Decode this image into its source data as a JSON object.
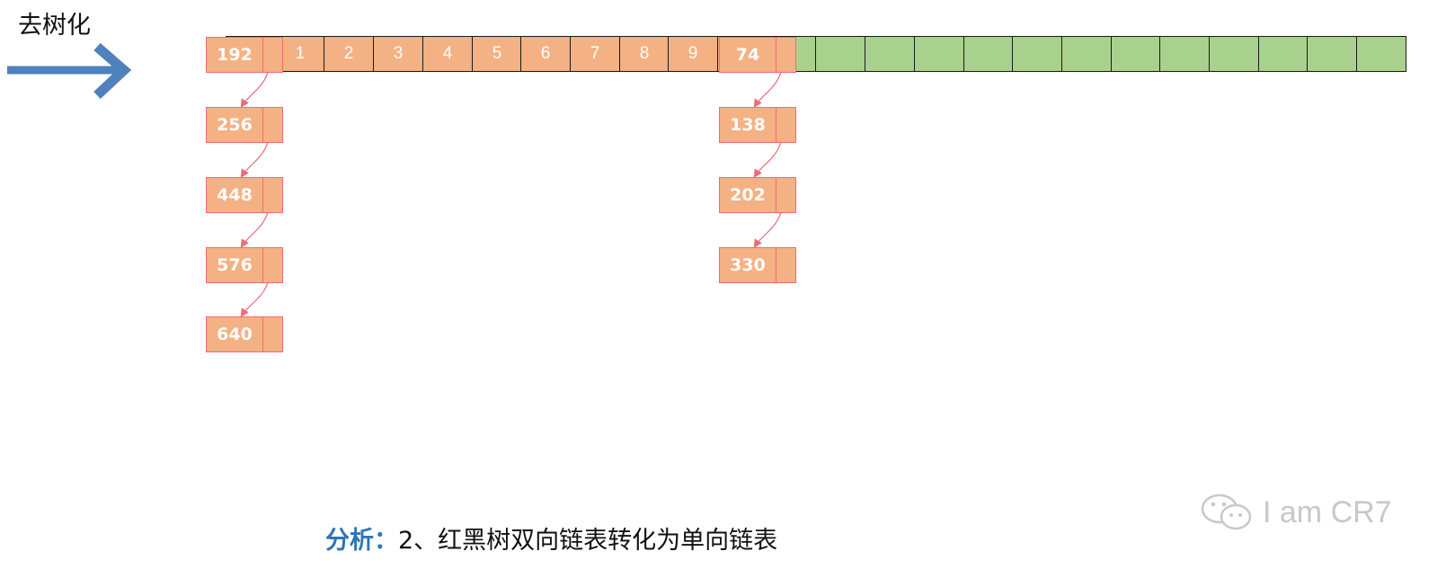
{
  "title": "去树化",
  "bucket_array": {
    "labeled_cells": [
      "1",
      "2",
      "3",
      "4",
      "5",
      "6",
      "7",
      "8",
      "9"
    ],
    "empty_green_cells": 13,
    "colors": {
      "occupied": "#f4b183",
      "empty": "#a9d18e",
      "border": "#1a1a1a"
    }
  },
  "lists": [
    {
      "nodes": [
        "192",
        "256",
        "448",
        "576",
        "640"
      ]
    },
    {
      "nodes": [
        "74",
        "138",
        "202",
        "330"
      ]
    }
  ],
  "node_colors": {
    "fill": "#f4b183",
    "border": "#ee6b78",
    "link": "#ee6b78"
  },
  "arrow_color": "#4f81bd",
  "caption": {
    "label": "分析：",
    "text": "2、红黑树双向链表转化为单向链表"
  },
  "watermark": {
    "icon": "wechat-icon",
    "text": "I am CR7"
  }
}
